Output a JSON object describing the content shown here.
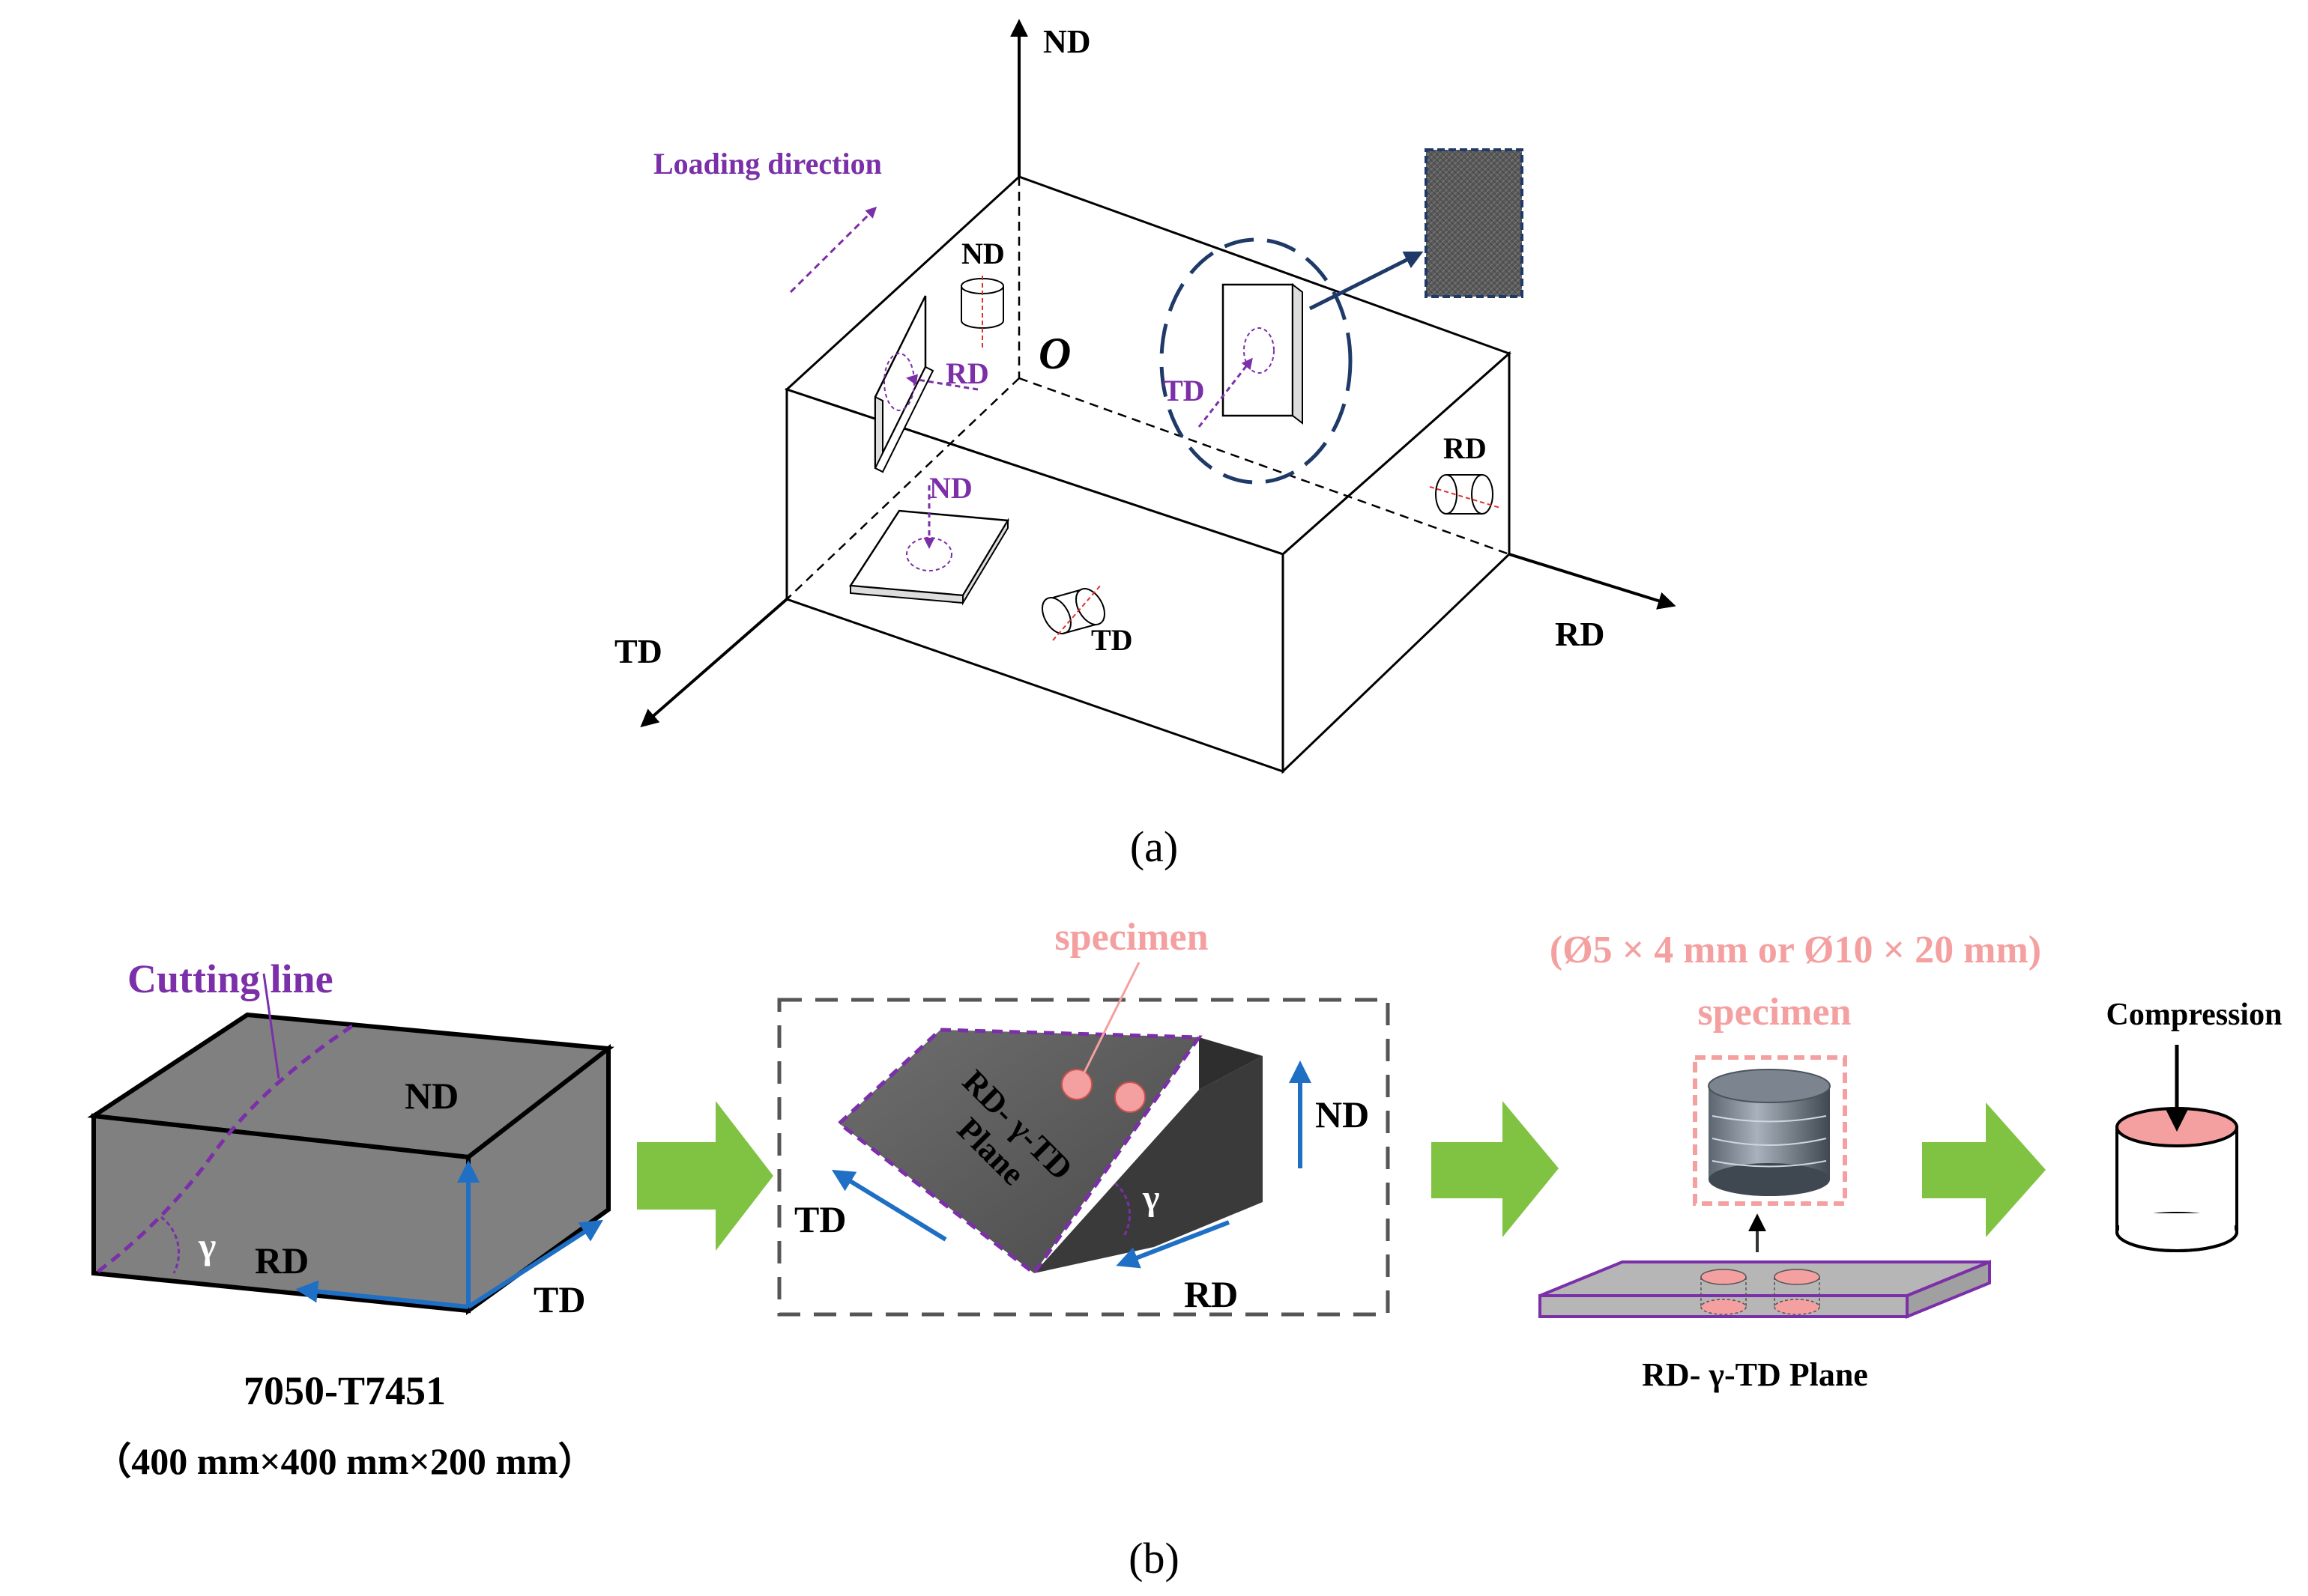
{
  "panel_a": {
    "caption": "(a)",
    "axis_nd": "ND",
    "axis_td": "TD",
    "axis_rd": "RD",
    "origin": "O",
    "loading_direction": "Loading direction",
    "labels": {
      "nd_cyl": "ND",
      "rd_left_plate": "RD",
      "td_right_plate": "TD",
      "rd_side_cyl": "RD",
      "nd_bottom_plate": "ND",
      "td_bottom_cyl": "TD"
    }
  },
  "panel_b": {
    "caption": "(b)",
    "cutting_line": "Cutting line",
    "block_nd": "ND",
    "block_rd": "RD",
    "block_td": "TD",
    "gamma": "γ",
    "alloy": "7050-T7451",
    "alloy_dims": "（400 mm×400 mm×200 mm）",
    "specimen_top": "specimen",
    "plane_line1": "RD- γ-TD",
    "plane_line2": "Plane",
    "wedge_nd": "ND",
    "wedge_td": "TD",
    "wedge_rd": "RD",
    "wedge_gamma": "γ",
    "specimen_dims": "(Ø5 × 4 mm or Ø10 × 20 mm)",
    "specimen_right": "specimen",
    "plate_label": "RD- γ-TD Plane",
    "compression": "Compression"
  },
  "colors": {
    "purple": "#7b2fa8",
    "blue": "#1f6fc5",
    "pink": "#f4a0a0",
    "green": "#80c342",
    "navy": "#1f3a68",
    "gray": "#808080"
  }
}
